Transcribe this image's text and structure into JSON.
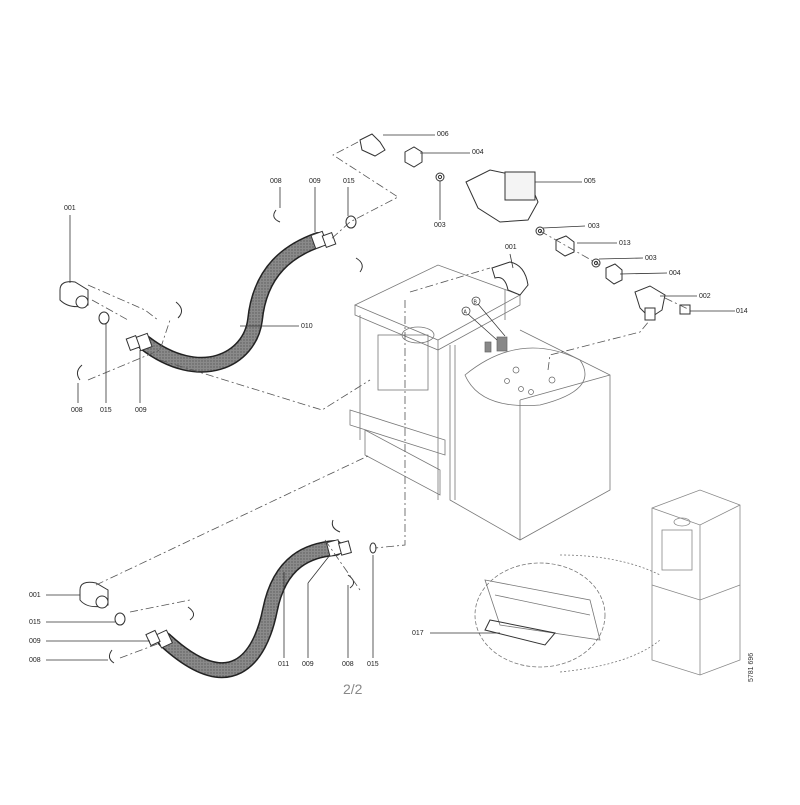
{
  "document": {
    "page_indicator": "2/2",
    "drawing_number": "5781 696"
  },
  "callouts": {
    "top_group": {
      "elbow_006": "006",
      "nut_004_top": "004",
      "pump_005": "005",
      "gasket_003_a": "003",
      "gasket_003_b": "003",
      "nipple_013": "013",
      "gasket_003_c": "003",
      "nut_004_b": "004",
      "tee_002": "002",
      "plug_014": "014",
      "elbow_001_mid": "001"
    },
    "upper_hose": {
      "elbow_001": "001",
      "clip_008_top": "008",
      "fitting_009_top": "009",
      "gasket_015_top": "015",
      "hose_010": "010",
      "clip_008_bottom": "008",
      "gasket_015_bottom": "015",
      "fitting_009_bottom": "009"
    },
    "lower_hose": {
      "elbow_001": "001",
      "gasket_015": "015",
      "fitting_009": "009",
      "clip_008": "008",
      "hose_011": "011",
      "fitting_009_right": "009",
      "clip_008_right": "008",
      "gasket_015_right": "015"
    },
    "detail": {
      "bracket_017": "017",
      "marker_a": "A",
      "marker_b": "B"
    }
  }
}
